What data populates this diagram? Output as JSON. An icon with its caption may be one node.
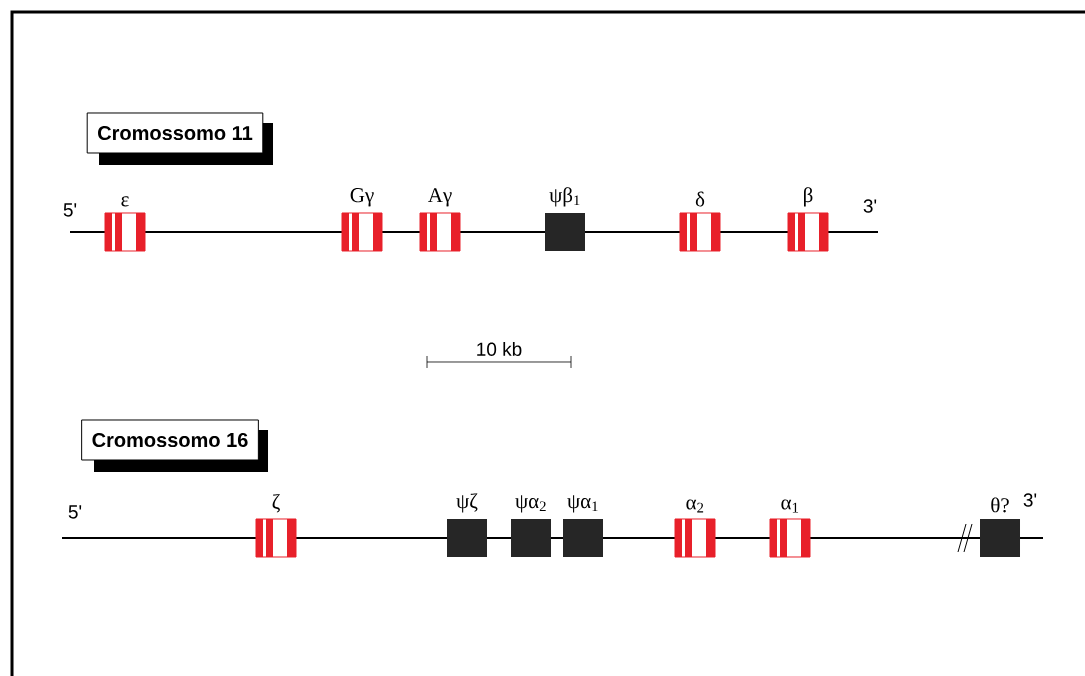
{
  "diagram": {
    "nodes": [
      {
        "text": [
          "Cromossomo 11"
        ]
      },
      {
        "text": [
          "ε"
        ]
      },
      {
        "text": [
          "Gγ"
        ]
      },
      {
        "text": [
          "Aγ"
        ]
      },
      {
        "text": [
          "ψβ$_{1}$"
        ]
      },
      {
        "text": [
          "δ"
        ]
      },
      {
        "text": [
          "β"
        ]
      },
      {
        "text": [
          "Cromossomo 16"
        ]
      },
      {
        "text": [
          "ζ"
        ]
      },
      {
        "text": [
          "ψζ"
        ]
      },
      {
        "text": [
          "ψα$_{2}$"
        ]
      },
      {
        "text": [
          "ψα$_{1}$"
        ]
      },
      {
        "text": [
          "α$_{2}$"
        ]
      },
      {
        "text": [
          "α$_{1}$"
        ]
      },
      {
        "text": [
          "θ?"
        ]
      }
    ],
    "edges": [],
    "labels": [
      "5'",
      "3'",
      "10 kb",
      "5'",
      "3'"
    ]
  }
}
